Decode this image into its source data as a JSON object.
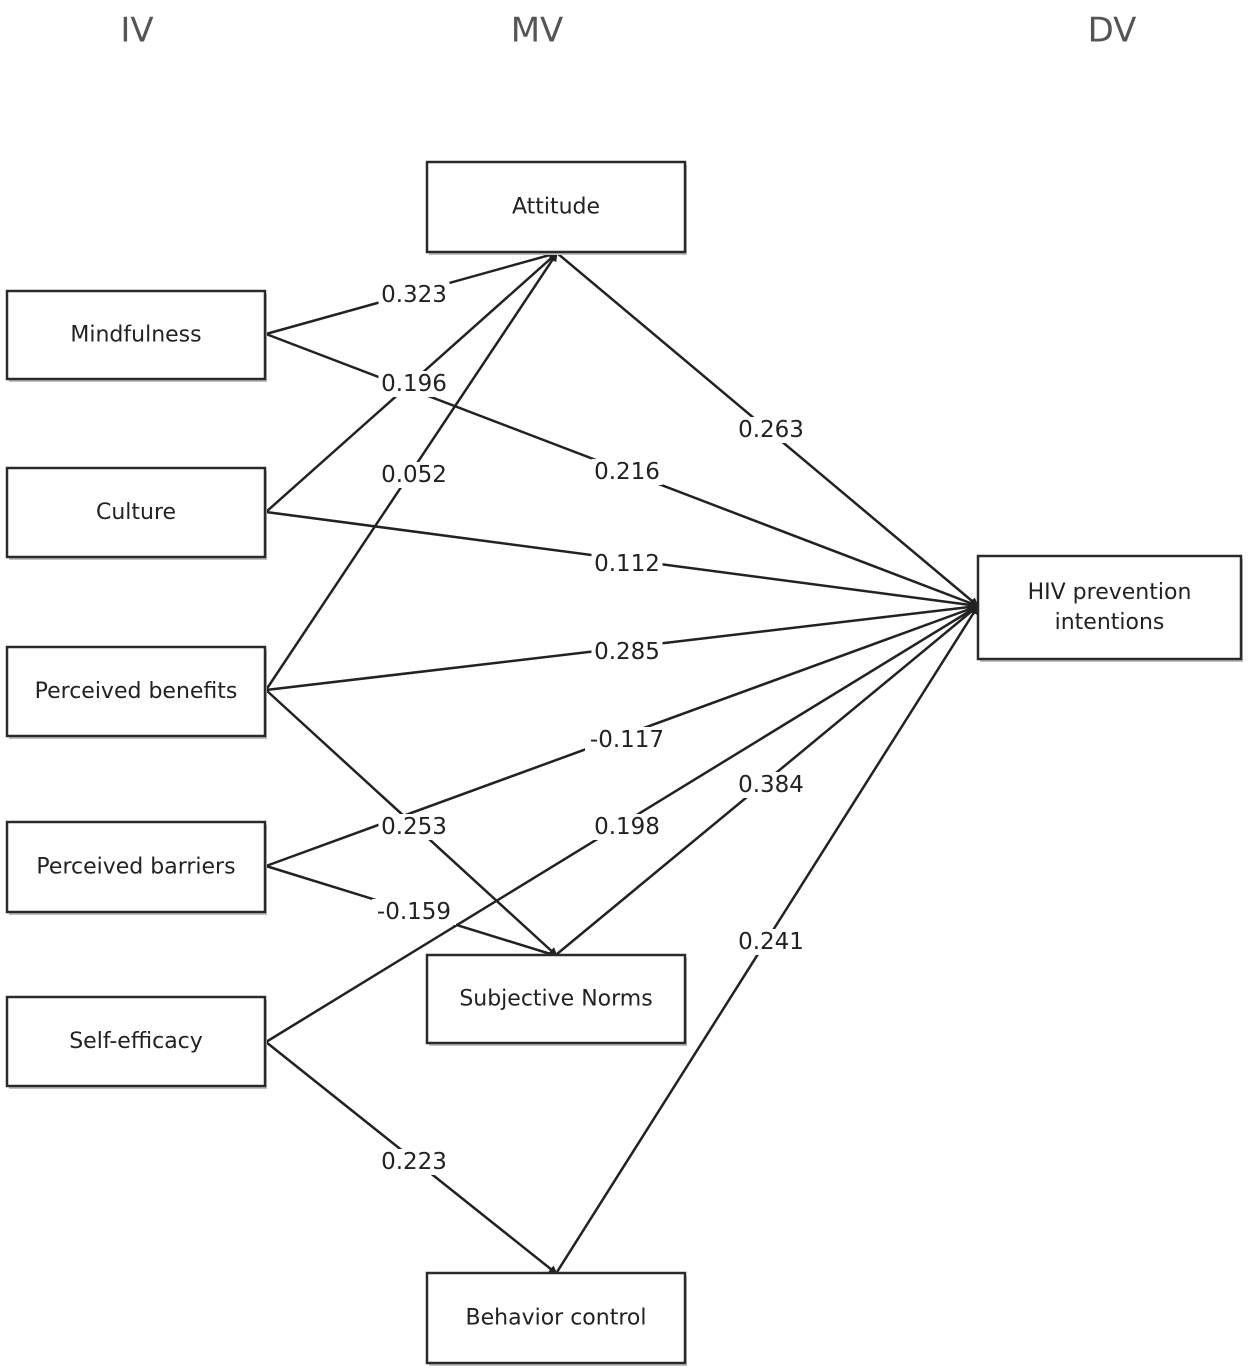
{
  "columns": [
    {
      "id": "iv",
      "label": "IV"
    },
    {
      "id": "mv",
      "label": "MV"
    },
    {
      "id": "dv",
      "label": "DV"
    }
  ],
  "nodes": [
    {
      "id": "mindfulness",
      "label": [
        "Mindfulness"
      ]
    },
    {
      "id": "culture",
      "label": [
        "Culture"
      ]
    },
    {
      "id": "perceived_benefits",
      "label": [
        "Perceived benefits"
      ]
    },
    {
      "id": "perceived_barriers",
      "label": [
        "Perceived barriers"
      ]
    },
    {
      "id": "self_efficacy",
      "label": [
        "Self-efficacy"
      ]
    },
    {
      "id": "attitude",
      "label": [
        "Attitude"
      ]
    },
    {
      "id": "subjective_norms",
      "label": [
        "Subjective Norms"
      ]
    },
    {
      "id": "behavior_control",
      "label": [
        "Behavior control"
      ]
    },
    {
      "id": "hiv_intentions",
      "label": [
        "HIV prevention",
        "intentions"
      ]
    }
  ],
  "edges": [
    {
      "from": "mindfulness",
      "to": "attitude",
      "coefficient": "0.323"
    },
    {
      "from": "culture",
      "to": "attitude",
      "coefficient": "0.196"
    },
    {
      "from": "perceived_benefits",
      "to": "attitude",
      "coefficient": "0.052"
    },
    {
      "from": "mindfulness",
      "to": "hiv_intentions",
      "coefficient": "0.216"
    },
    {
      "from": "culture",
      "to": "hiv_intentions",
      "coefficient": "0.112"
    },
    {
      "from": "perceived_benefits",
      "to": "hiv_intentions",
      "coefficient": "0.285"
    },
    {
      "from": "perceived_barriers",
      "to": "hiv_intentions",
      "coefficient": "-0.117"
    },
    {
      "from": "self_efficacy",
      "to": "hiv_intentions",
      "coefficient": "0.198"
    },
    {
      "from": "perceived_benefits",
      "to": "subjective_norms",
      "coefficient": "0.253"
    },
    {
      "from": "perceived_barriers",
      "to": "subjective_norms",
      "coefficient": "-0.159"
    },
    {
      "from": "self_efficacy",
      "to": "behavior_control",
      "coefficient": "0.223"
    },
    {
      "from": "attitude",
      "to": "hiv_intentions",
      "coefficient": "0.263"
    },
    {
      "from": "subjective_norms",
      "to": "hiv_intentions",
      "coefficient": "0.384"
    },
    {
      "from": "behavior_control",
      "to": "hiv_intentions",
      "coefficient": "0.241"
    }
  ]
}
